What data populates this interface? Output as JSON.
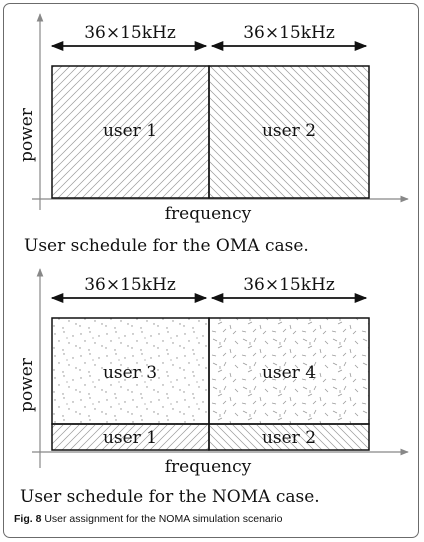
{
  "figure": {
    "caption_label": "Fig. 8",
    "caption_text": "User assignment for the NOMA simulation scenario",
    "colors": {
      "line": "#111111",
      "hatch": "#9a9a9a",
      "axis": "#888888"
    }
  },
  "diagrams": {
    "oma": {
      "bandwidth_labels": [
        "36×15kHz",
        "36×15kHz"
      ],
      "ylabel": "power",
      "xlabel": "frequency",
      "users": [
        "user 1",
        "user 2"
      ],
      "subtitle": "User schedule for the OMA case."
    },
    "noma": {
      "bandwidth_labels": [
        "36×15kHz",
        "36×15kHz"
      ],
      "ylabel": "power",
      "xlabel": "frequency",
      "users_high": [
        "user 3",
        "user 4"
      ],
      "users_low": [
        "user 1",
        "user 2"
      ],
      "subtitle": "User schedule for the NOMA case."
    }
  }
}
